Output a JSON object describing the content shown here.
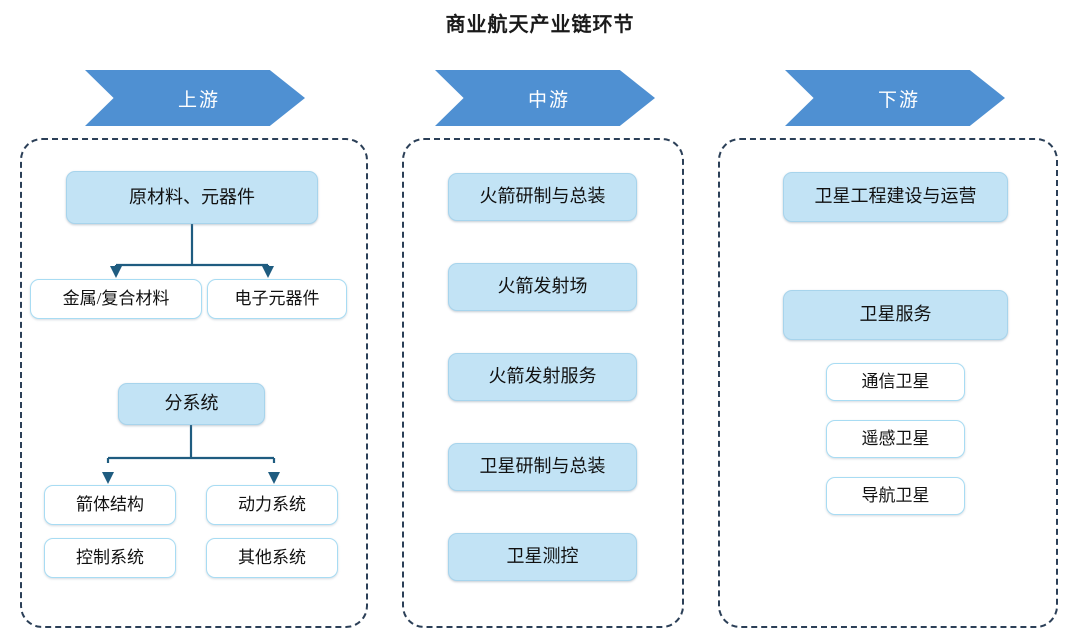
{
  "title": "商业航天产业链环节",
  "colors": {
    "chevron_blue": "#4f90d2",
    "node_fill": "#c2e3f5",
    "node_border_light": "#a8dcf3",
    "panel_dash": "#2b3f57",
    "connector": "#1f5c80",
    "title_text": "#1a1a1a",
    "chevron_text": "#ffffff"
  },
  "segments": [
    {
      "id": "upstream",
      "header": "上游",
      "groups": [
        {
          "parent": "原材料、元器件",
          "children": [
            "金属/复合材料",
            "电子元器件"
          ]
        },
        {
          "parent": "分系统",
          "children": [
            "箭体结构",
            "动力系统",
            "控制系统",
            "其他系统"
          ]
        }
      ]
    },
    {
      "id": "midstream",
      "header": "中游",
      "items": [
        "火箭研制与总装",
        "火箭发射场",
        "火箭发射服务",
        "卫星研制与总装",
        "卫星测控"
      ]
    },
    {
      "id": "downstream",
      "header": "下游",
      "items": [
        "卫星工程建设与运营",
        "卫星服务"
      ],
      "sub_items": [
        "通信卫星",
        "遥感卫星",
        "导航卫星"
      ]
    }
  ]
}
